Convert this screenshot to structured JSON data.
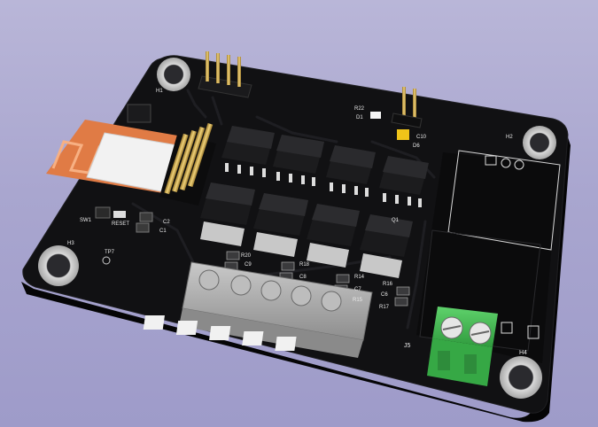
{
  "viewer": {
    "background_top": "#b9b6d8",
    "background_bottom": "#9e9bc9",
    "board_color": "#111113",
    "silk_color": "#e8e8e8",
    "terminal_green": "#3fb34f",
    "terminal_gray": "#9a9a9a",
    "antenna_copper": "#e07b45",
    "gold_pin": "#c8a24a"
  },
  "labels": {
    "h1": "H1",
    "h2": "H2",
    "h3": "H3",
    "h4": "H4",
    "j5": "J5",
    "tp7": "TP7",
    "sw1": "SW1",
    "reset": "RESET",
    "c1": "C1",
    "c2": "C2",
    "r20": "R20",
    "c9": "C9",
    "r18": "R18",
    "c8": "C8",
    "r14": "R14",
    "c7": "C7",
    "r15": "R15",
    "r16": "R16",
    "c6": "C6",
    "r17": "R17",
    "r22": "R22",
    "d1": "D1",
    "c10": "C10",
    "d6": "D6",
    "q1": "Q1"
  }
}
